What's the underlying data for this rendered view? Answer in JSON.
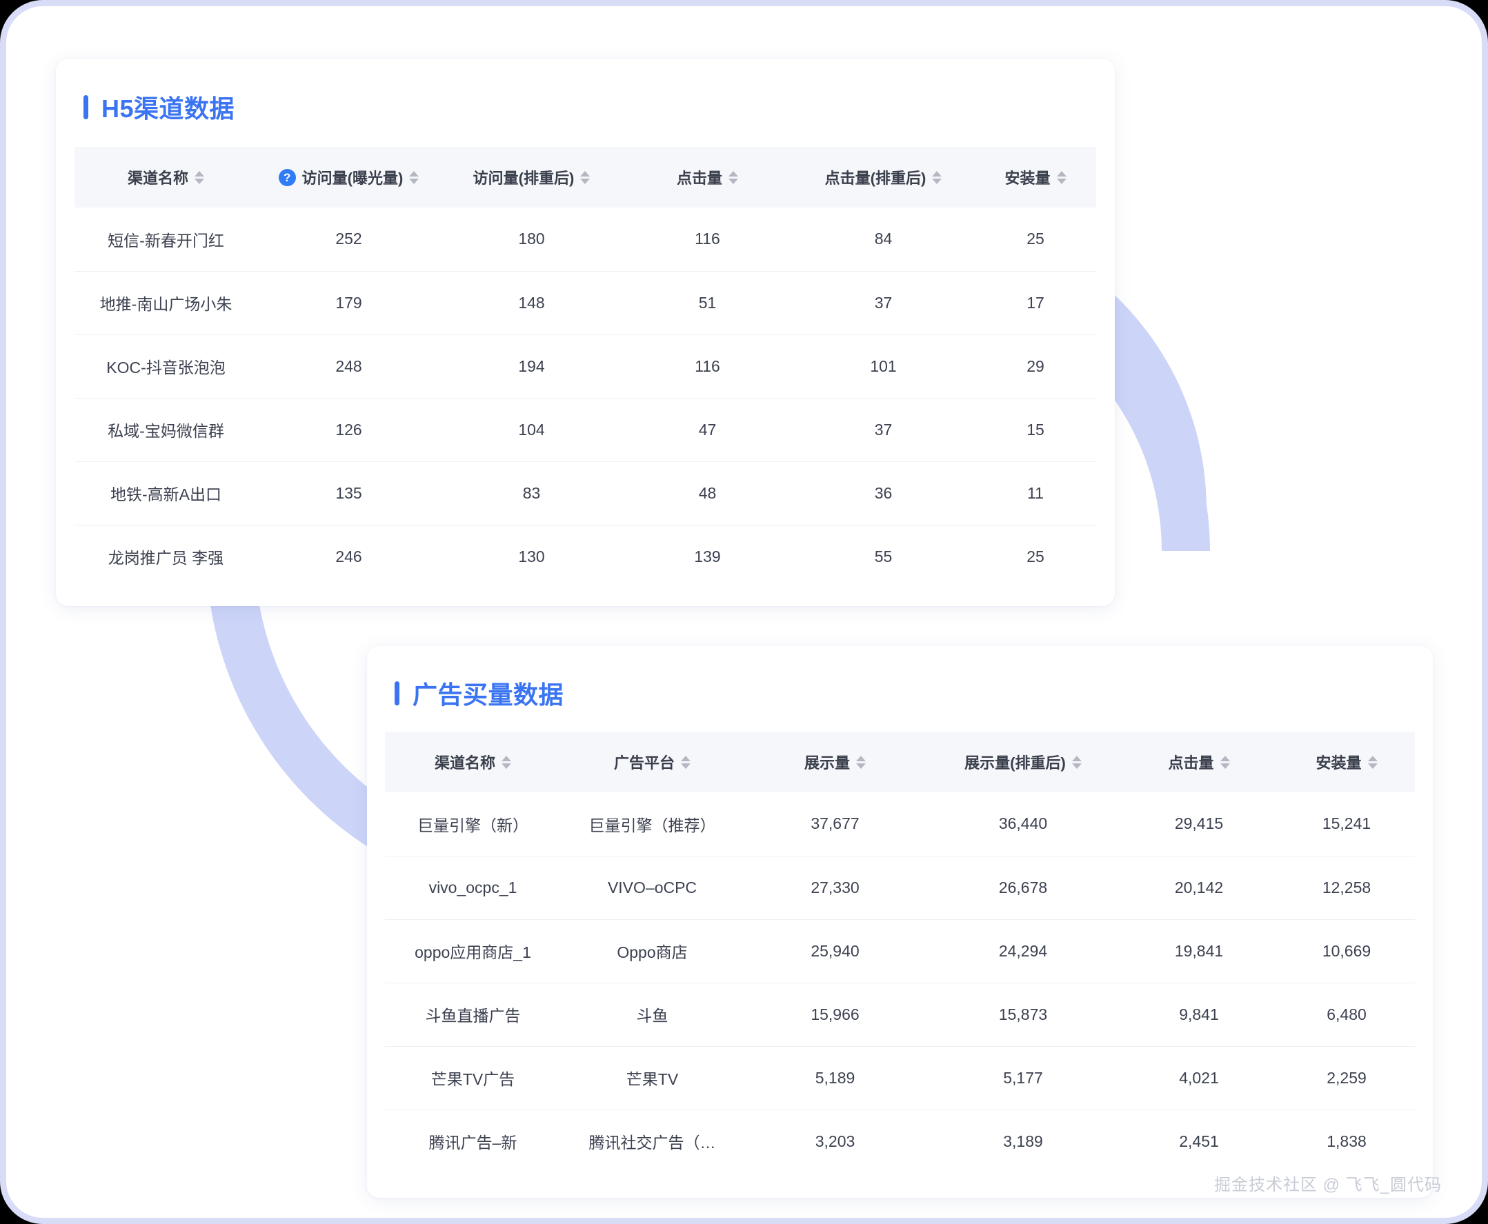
{
  "frame": {
    "accent_color": "#3a74f2",
    "border_color": "#d8dcf7",
    "arc_color": "#ccd4f8"
  },
  "cards": {
    "h5": {
      "title": "H5渠道数据",
      "table": {
        "columns": [
          {
            "label": "渠道名称",
            "sortable": true,
            "help": false
          },
          {
            "label": "访问量(曝光量)",
            "sortable": true,
            "help": true,
            "help_glyph": "?"
          },
          {
            "label": "访问量(排重后)",
            "sortable": true,
            "help": false
          },
          {
            "label": "点击量",
            "sortable": true,
            "help": false
          },
          {
            "label": "点击量(排重后)",
            "sortable": true,
            "help": false
          },
          {
            "label": "安装量",
            "sortable": true,
            "help": false
          }
        ],
        "rows": [
          [
            "短信-新春开门红",
            "252",
            "180",
            "116",
            "84",
            "25"
          ],
          [
            "地推-南山广场小朱",
            "179",
            "148",
            "51",
            "37",
            "17"
          ],
          [
            "KOC-抖音张泡泡",
            "248",
            "194",
            "116",
            "101",
            "29"
          ],
          [
            "私域-宝妈微信群",
            "126",
            "104",
            "47",
            "37",
            "15"
          ],
          [
            "地铁-高新A出口",
            "135",
            "83",
            "48",
            "36",
            "11"
          ],
          [
            "龙岗推广员 李强",
            "246",
            "130",
            "139",
            "55",
            "25"
          ]
        ]
      }
    },
    "ads": {
      "title": "广告买量数据",
      "table": {
        "columns": [
          {
            "label": "渠道名称",
            "sortable": true
          },
          {
            "label": "广告平台",
            "sortable": true
          },
          {
            "label": "展示量",
            "sortable": true
          },
          {
            "label": "展示量(排重后)",
            "sortable": true
          },
          {
            "label": "点击量",
            "sortable": true
          },
          {
            "label": "安装量",
            "sortable": true
          }
        ],
        "rows": [
          [
            "巨量引擎（新）",
            "巨量引擎（推荐）",
            "37,677",
            "36,440",
            "29,415",
            "15,241"
          ],
          [
            "vivo_ocpc_1",
            "VIVO–oCPC",
            "27,330",
            "26,678",
            "20,142",
            "12,258"
          ],
          [
            "oppo应用商店_1",
            "Oppo商店",
            "25,940",
            "24,294",
            "19,841",
            "10,669"
          ],
          [
            "斗鱼直播广告",
            "斗鱼",
            "15,966",
            "15,873",
            "9,841",
            "6,480"
          ],
          [
            "芒果TV广告",
            "芒果TV",
            "5,189",
            "5,177",
            "4,021",
            "2,259"
          ],
          [
            "腾讯广告–新",
            "腾讯社交广告（…",
            "3,203",
            "3,189",
            "2,451",
            "1,838"
          ]
        ]
      }
    }
  },
  "watermark": {
    "text": "掘金技术社区 @ 飞飞_圆代码"
  }
}
